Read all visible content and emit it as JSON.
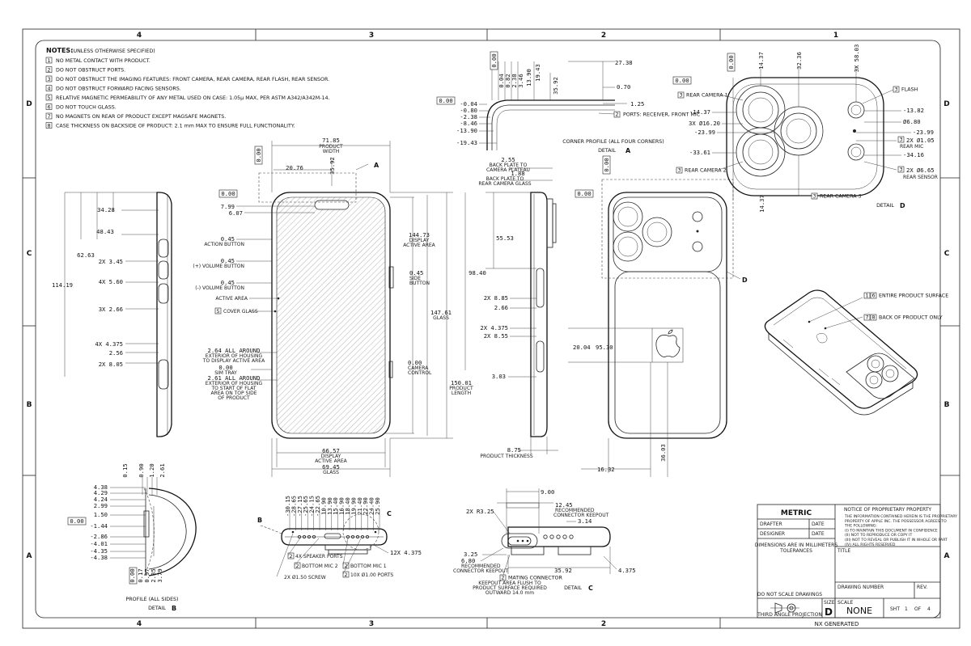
{
  "notes": {
    "title": "NOTES:",
    "subtitle": "(UNLESS OTHERWISE SPECIFIED)",
    "items": [
      {
        "n": "1",
        "text": "NO METAL CONTACT WITH PRODUCT."
      },
      {
        "n": "2",
        "text": "DO NOT OBSTRUCT PORTS."
      },
      {
        "n": "3",
        "text": "DO NOT OBSTRUCT THE IMAGING FEATURES: FRONT CAMERA, REAR CAMERA, REAR FLASH, REAR SENSOR."
      },
      {
        "n": "4",
        "text": "DO NOT OBSTRUCT FORWARD FACING SENSORS."
      },
      {
        "n": "5",
        "text": "RELATIVE MAGNETIC PERMEABILITY OF ANY METAL USED ON CASE: 1.05µ MAX, PER ASTM A342/A342M-14."
      },
      {
        "n": "6",
        "text": "DO NOT TOUCH GLASS."
      },
      {
        "n": "7",
        "text": "NO MAGNETS ON REAR OF PRODUCT EXCEPT MAGSAFE MAGNETS."
      },
      {
        "n": "8",
        "text": "CASE THICKNESS ON BACKSIDE OF PRODUCT: 2.1 mm MAX TO ENSURE FULL FUNCTIONALITY."
      }
    ]
  },
  "zones": {
    "cols": [
      "4",
      "3",
      "2",
      "1"
    ],
    "rows": [
      "D",
      "C",
      "B",
      "A"
    ]
  },
  "side_view_left": {
    "dims": [
      "34.28",
      "48.43",
      "62.63",
      "114.19",
      "2X 3.45",
      "4X 5.60",
      "3X 2.66",
      "4X 4.375",
      "2.56",
      "2X 8.05"
    ]
  },
  "front_view": {
    "datum": "0.00",
    "top": [
      "71.85",
      "PRODUCT",
      "WIDTH",
      "20.76",
      "35.92",
      "A"
    ],
    "left": [
      "7.99",
      "6.07"
    ],
    "callouts": [
      {
        "v": "0.45",
        "label": "ACTION BUTTON"
      },
      {
        "v": "0.45",
        "label": "(+) VOLUME BUTTON"
      },
      {
        "v": "0.45",
        "label": "(-) VOLUME BUTTON"
      },
      {
        "v": "",
        "label": "ACTIVE AREA"
      },
      {
        "v": "5",
        "label": "COVER GLASS"
      }
    ],
    "lower_left": [
      "2.64 ALL AROUND",
      "EXTERIOR OF HOUSING",
      "TO DISPLAY ACTIVE AREA",
      "0.00",
      "SIM TRAY",
      "2.61 ALL AROUND",
      "EXTERIOR OF HOUSING",
      "TO START OF FLAT",
      "AREA ON TOP SIDE",
      "OF PRODUCT"
    ],
    "right": [
      "144.73",
      "DISPLAY",
      "ACTIVE AREA",
      "0.45",
      "SIDE",
      "BUTTON",
      "147.61",
      "GLASS",
      "0.00",
      "CAMERA",
      "CONTROL",
      "150.01",
      "PRODUCT",
      "LENGTH"
    ],
    "bottom": [
      "66.57",
      "DISPLAY",
      "ACTIVE AREA",
      "69.45",
      "GLASS"
    ]
  },
  "side_view_right": {
    "top": [
      "2.55",
      "BACK PLATE TO",
      "CAMERA PLATEAU",
      "1.88",
      "BACK PLATE TO",
      "REAR CAMERA GLASS"
    ],
    "dims": [
      "55.53",
      "98.40",
      "2X 8.85",
      "2.66",
      "2X 4.375",
      "2X 8.55",
      "3.03"
    ],
    "bottom": [
      "8.75",
      "PRODUCT THICKNESS"
    ]
  },
  "detail_a": {
    "title": "CORNER PROFILE (ALL FOUR CORNERS)",
    "name": "DETAIL",
    "letter": "A",
    "datum": "0.00",
    "top": [
      "0.04",
      "0.82",
      "2.38",
      "3.46",
      "13.90",
      "19.43",
      "35.92",
      "27.38",
      "0.70",
      "1.25"
    ],
    "left": [
      "-0.04",
      "-0.80",
      "-2.38",
      "-8.46",
      "-13.90",
      "-19.43"
    ],
    "callout": {
      "n": "2",
      "text": "PORTS: RECEIVER, FRONT MIC"
    }
  },
  "back_view": {
    "datum": "0.00",
    "dims": [
      "20.04",
      "95.30",
      "36.03",
      "16.32"
    ],
    "letter": "D"
  },
  "detail_d": {
    "name": "DETAIL",
    "letter": "D",
    "datum": "0.00",
    "top": [
      "14.37",
      "32.36",
      "3X 58.03",
      "0.00"
    ],
    "left": [
      "-14.37",
      "3X Ø16.20",
      "-23.99",
      "-33.61"
    ],
    "right": [
      "-13.82",
      "Ø6.80",
      "-23.99",
      "2X Ø1.05",
      "REAR MIC",
      "-34.16",
      "2X Ø6.65",
      "REAR SENSOR"
    ],
    "bottom_left": "14.37",
    "labels": [
      {
        "n": "3",
        "text": "REAR CAMERA 1"
      },
      {
        "n": "3",
        "text": "REAR CAMERA 2"
      },
      {
        "n": "3",
        "text": "REAR CAMERA 3"
      },
      {
        "n": "3",
        "text": "FLASH"
      }
    ]
  },
  "iso_view": {
    "labels": [
      {
        "n": "1",
        "m": "6",
        "text": "ENTIRE PRODUCT SURFACE"
      },
      {
        "n": "7",
        "m": "8",
        "text": "BACK OF PRODUCT ONLY"
      }
    ]
  },
  "detail_b": {
    "title": "PROFILE (ALL SIDES)",
    "name": "DETAIL",
    "letter": "B",
    "datum": "0.00",
    "top": [
      "0.15",
      "0.90",
      "1.20",
      "2.61"
    ],
    "left": [
      "4.38",
      "4.29",
      "4.24",
      "2.99",
      "1.50",
      "-1.44",
      "-2.86",
      "-4.01",
      "-4.35",
      "-4.38"
    ],
    "bottom": [
      "0.00",
      "0.17",
      "0.97",
      "2.35",
      "3.79"
    ]
  },
  "bottom_view": {
    "top_values": [
      "-30.15",
      "-28.65",
      "-27.15",
      "-25.65",
      "-24.15",
      "-22.65",
      "10.90",
      "13.90",
      "15.40",
      "16.90",
      "18.40",
      "19.90",
      "21.40",
      "22.90",
      "24.40",
      "25.90"
    ],
    "letters": [
      "B",
      "C"
    ],
    "right": "12X 4.375",
    "callouts": [
      {
        "n": "2",
        "text": "4X SPEAKER PORTS"
      },
      {
        "n": "2",
        "text": "BOTTOM MIC 2"
      },
      {
        "n": "",
        "text": "2X Ø1.50 SCREW"
      },
      {
        "n": "2",
        "text": "BOTTOM MIC 1"
      },
      {
        "n": "2",
        "text": "10X Ø1.00 PORTS"
      }
    ]
  },
  "detail_c": {
    "name": "DETAIL",
    "letter": "C",
    "dims": [
      "9.00",
      "12.45",
      "RECOMMENDED",
      "CONNECTOR KEEPOUT",
      "2X R3.25",
      "3.14",
      "3.25",
      "6.80",
      "RECOMMENDED",
      "CONNECTOR KEEPOUT",
      "35.92",
      "4.375"
    ],
    "callout": [
      "2",
      "MATING CONNECTOR",
      "KEEPOUT AREA FLUSH TO",
      "PRODUCT SURFACE REQUIRED",
      "OUTWARD 14.0 mm"
    ]
  },
  "title_block": {
    "metric": "METRIC",
    "drafter": "DRAFTER",
    "designer": "DESIGNER",
    "date": "DATE",
    "dims_in": "DIMENSIONS ARE IN MILLIMETERS",
    "tolerances": "TOLERANCES",
    "notice_title": "NOTICE OF PROPRIETARY PROPERTY",
    "notice_lines": [
      "THE INFORMATION CONTAINED HEREIN IS THE PROPRIETARY",
      "PROPERTY OF APPLE INC. THE POSSESSOR AGREES TO",
      "THE FOLLOWING:",
      "(I) TO MAINTAIN THIS DOCUMENT IN CONFIDENCE",
      "(II) NOT TO REPRODUCE OR COPY IT",
      "(III) NOT TO REVEAL OR PUBLISH IT IN WHOLE OR PART",
      "(IV) ALL RIGHTS RESERVED"
    ],
    "title": "TITLE",
    "drawing_number": "DRAWING NUMBER",
    "rev": "REV.",
    "do_not_scale": "DO NOT SCALE DRAWINGS",
    "projection": "THIRD ANGLE PROJECTION",
    "size_label": "SIZE",
    "size": "D",
    "scale_label": "SCALE",
    "scale": "NONE",
    "sht_label": "SHT",
    "sht": "1",
    "of_label": "OF",
    "of": "4",
    "nx": "NX GENERATED"
  }
}
